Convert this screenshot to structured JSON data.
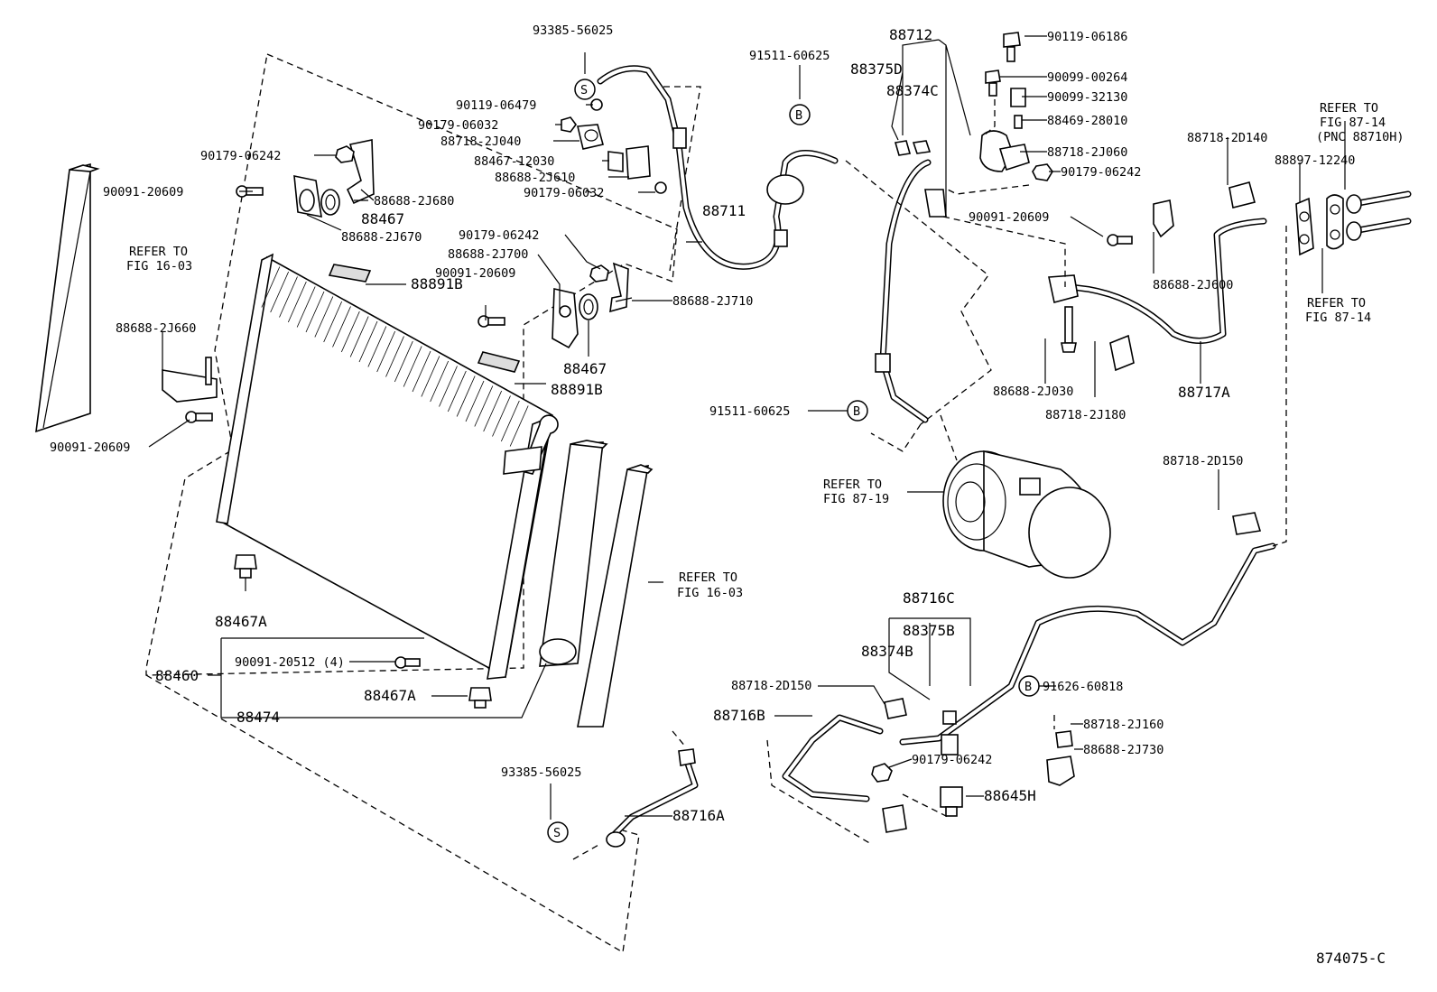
{
  "labels": {
    "p93385_top": "93385-56025",
    "p91511_top": "91511-60625",
    "p88712": "88712",
    "p88375D": "88375D",
    "p88374C": "88374C",
    "p90119_06186": "90119-06186",
    "p90099_00264": "90099-00264",
    "p90099_32130": "90099-32130",
    "p88469_28010": "88469-28010",
    "p88718_2J060": "88718-2J060",
    "p90179_06242_r": "90179-06242",
    "refer_87_14_a": "REFER TO",
    "refer_87_14_b": "FIG 87-14",
    "refer_87_14_c": "(PNC 88710H)",
    "p88718_2D140": "88718-2D140",
    "p88897_12240": "88897-12240",
    "p90119_06479": "90119-06479",
    "p90179_06032_a": "90179-06032",
    "p88718_2J040": "88718-2J040",
    "p88467_12030": "88467-12030",
    "p88688_2J610": "88688-2J610",
    "p90179_06032_b": "90179-06032",
    "p90179_06242_l": "90179-06242",
    "p90091_20609_a": "90091-20609",
    "p88688_2J680": "88688-2J680",
    "p88467_a": "88467",
    "p88688_2J670": "88688-2J670",
    "p88711": "88711",
    "p90091_20609_r": "90091-20609",
    "p88688_2J600": "88688-2J600",
    "refer_87_14_d": "REFER TO",
    "refer_87_14_e": "FIG 87-14",
    "refer_16_03_a": "REFER TO",
    "refer_16_03_b": "FIG 16-03",
    "p90179_06242_m": "90179-06242",
    "p88688_2J700": "88688-2J700",
    "p90091_20609_m": "90091-20609",
    "p88891B_a": "88891B",
    "p88688_2J710": "88688-2J710",
    "p88688_2J660": "88688-2J660",
    "p88467_b": "88467",
    "p88891B_b": "88891B",
    "p88688_2J030": "88688-2J030",
    "p88718_2J180": "88718-2J180",
    "p88717A": "88717A",
    "p91511_mid": "91511-60625",
    "p90091_20609_l": "90091-20609",
    "p88718_2D150_r": "88718-2D150",
    "refer_87_19_a": "REFER TO",
    "refer_87_19_b": "FIG 87-19",
    "refer_16_03_c": "REFER TO",
    "refer_16_03_d": "FIG 16-03",
    "p88467A_a": "88467A",
    "p88716C": "88716C",
    "p88375B": "88375B",
    "p88374B": "88374B",
    "p90091_20512": "90091-20512 (4)",
    "p88460": "88460",
    "p88467A_b": "88467A",
    "p88718_2D150_b": "88718-2D150",
    "p91626_60818": "91626-60818",
    "p88716B": "88716B",
    "p88474": "88474",
    "p88718_2J160": "88718-2J160",
    "p88688_2J730": "88688-2J730",
    "p90179_06242_b": "90179-06242",
    "p93385_bot": "93385-56025",
    "p88645H": "88645H",
    "p88716A": "88716A",
    "fig_id": "874075-C"
  },
  "markers": {
    "s": "S",
    "b": "B"
  }
}
